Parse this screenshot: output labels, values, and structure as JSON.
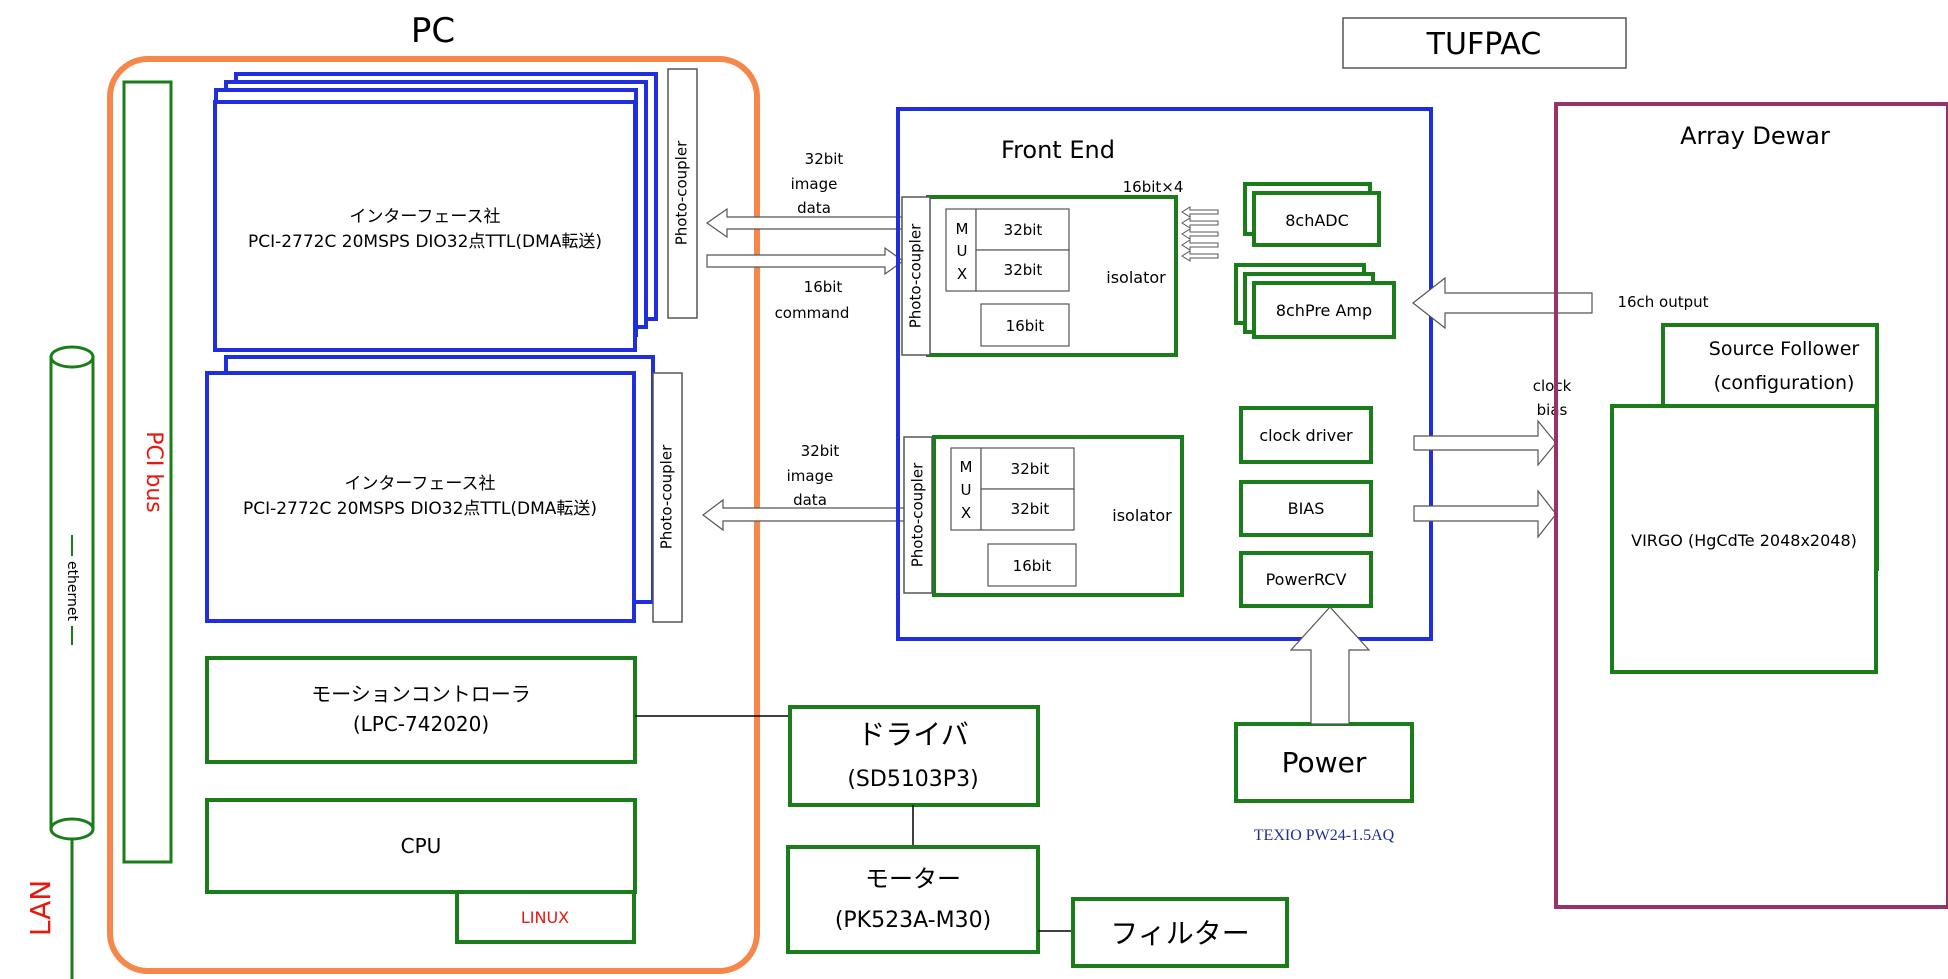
{
  "title": "TUFPAC",
  "pc": {
    "label": "PC",
    "pci_bus": "PCI bus",
    "ethernet": "ethernet",
    "lan": "LAN",
    "card1": {
      "line1": "インターフェース社",
      "line2": "PCI-2772C  20MSPS DIO32点TTL(DMA転送)",
      "coupler": "Photo-coupler"
    },
    "card2": {
      "line1": "インターフェース社",
      "line2": "PCI-2772C  20MSPS DIO32点TTL(DMA転送)",
      "coupler": "Photo-coupler"
    },
    "motion": {
      "line1": "モーションコントローラ",
      "line2": "(LPC-742020)"
    },
    "cpu": "CPU",
    "linux": "LINUX"
  },
  "links": {
    "top_image": [
      "32bit",
      "image",
      "data"
    ],
    "top_command": [
      "16bit",
      "command"
    ],
    "bottom_image": [
      "32bit",
      "image",
      "data"
    ],
    "adc_bits": "16bit×4",
    "output": "16ch output",
    "clock_bias": [
      "clock",
      "bias"
    ]
  },
  "front_end": {
    "label": "Front End",
    "upper": {
      "coupler": "Photo-coupler",
      "mux": [
        "M",
        "U",
        "X"
      ],
      "bits": [
        "32bit",
        "32bit"
      ],
      "bit16": "16bit",
      "isolator": "isolator"
    },
    "lower": {
      "coupler": "Photo-coupler",
      "mux": [
        "M",
        "U",
        "X"
      ],
      "bits": [
        "32bit",
        "32bit"
      ],
      "bit16": "16bit",
      "isolator": "isolator"
    },
    "adc": "8chADC",
    "preamp": "8chPre Amp",
    "clock_driver": "clock driver",
    "bias": "BIAS",
    "power_rcv": "PowerRCV"
  },
  "power": {
    "label": "Power",
    "model": "TEXIO PW24-1.5AQ"
  },
  "driver": {
    "line1": "ドライバ",
    "line2": "(SD5103P3)"
  },
  "motor": {
    "line1": "モーター",
    "line2": "(PK523A-M30)"
  },
  "filter": "フィルター",
  "dewar": {
    "label": "Array Dewar",
    "source_follower": {
      "line1": "Source Follower",
      "line2": "(configuration)"
    },
    "virgo": "VIRGO (HgCdTe 2048x2048)"
  },
  "colors": {
    "orange": "#f5874a",
    "green": "#1a7d1a",
    "blue": "#1f2fe0",
    "maroon": "#96346a",
    "red": "#e8170f",
    "navy": "#1f2f8c"
  }
}
